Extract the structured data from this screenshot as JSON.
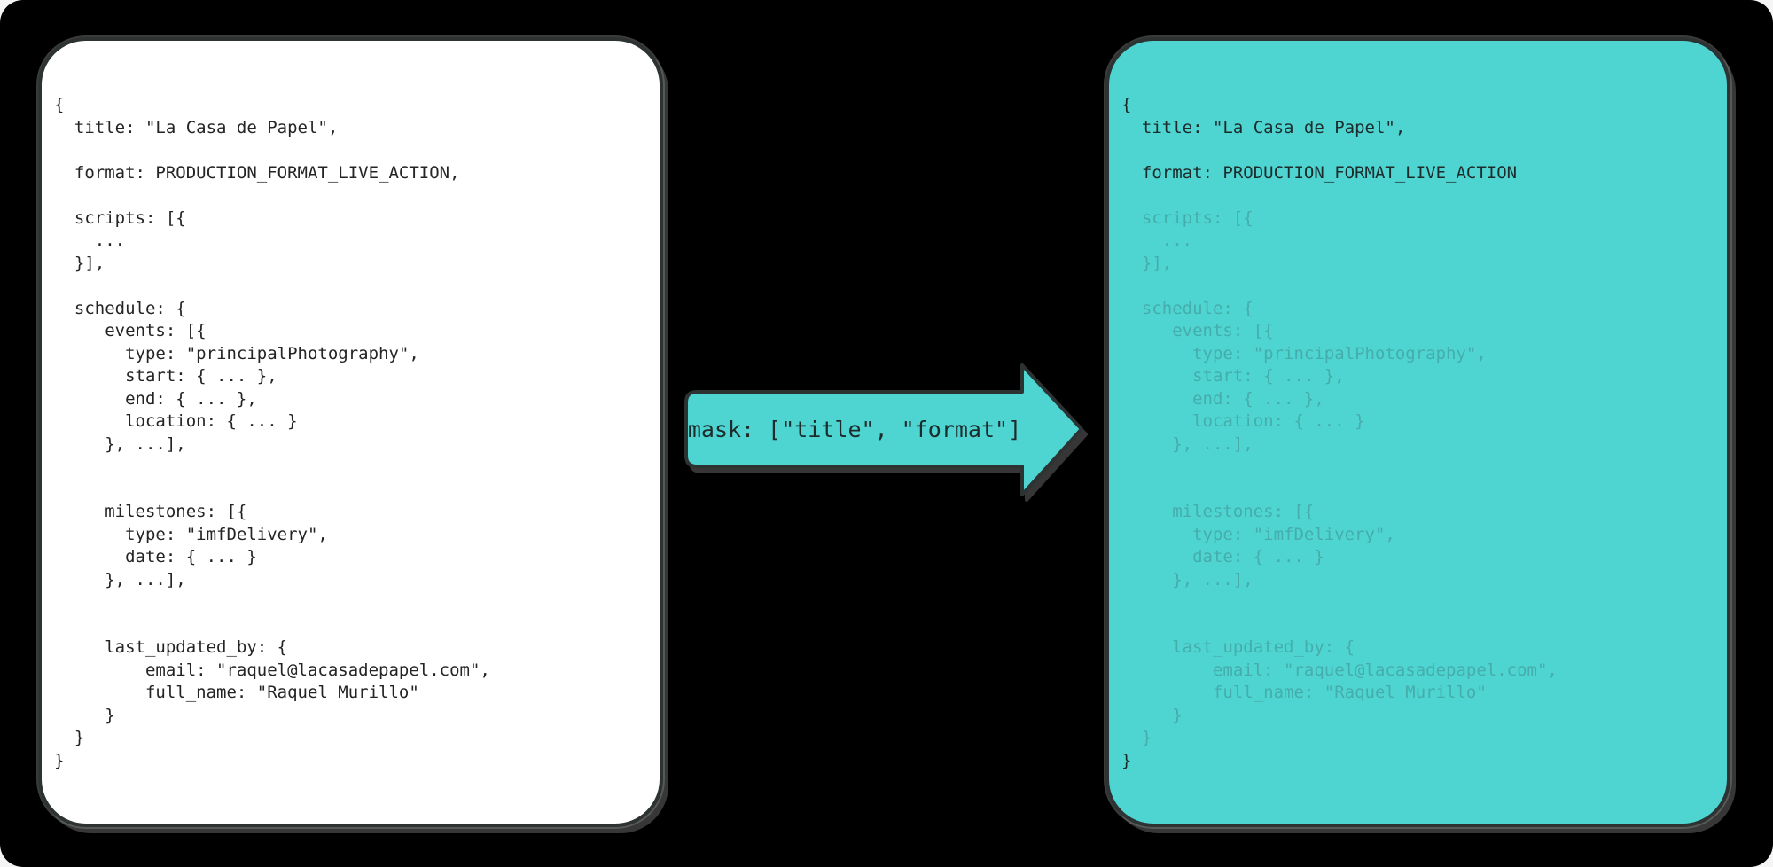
{
  "diagram": {
    "description": "JSON masking example: full production document on the left, masked document on the right",
    "colors": {
      "canvas_bg": "#000000",
      "source_panel_bg": "#ffffff",
      "masked_panel_bg": "#4ed5d2",
      "panel_border": "#2d3333",
      "code_text_dark": "#242424",
      "code_text_dark_on_teal": "#1d2b2b",
      "code_text_masked": "#45adab",
      "arrow_fill": "#4ed5d2",
      "shadow": "#808080"
    },
    "arrow": {
      "label": "mask: [\"title\", \"format\"]"
    },
    "left_panel": {
      "code_lines": [
        {
          "text": "{"
        },
        {
          "text": "  title: \"La Casa de Papel\","
        },
        {
          "text": ""
        },
        {
          "text": "  format: PRODUCTION_FORMAT_LIVE_ACTION,"
        },
        {
          "text": ""
        },
        {
          "text": "  scripts: [{"
        },
        {
          "text": "    ..."
        },
        {
          "text": "  }],"
        },
        {
          "text": ""
        },
        {
          "text": "  schedule: {"
        },
        {
          "text": "     events: [{"
        },
        {
          "text": "       type: \"principalPhotography\","
        },
        {
          "text": "       start: { ... },"
        },
        {
          "text": "       end: { ... },"
        },
        {
          "text": "       location: { ... }"
        },
        {
          "text": "     }, ...],"
        },
        {
          "text": ""
        },
        {
          "text": ""
        },
        {
          "text": "     milestones: [{"
        },
        {
          "text": "       type: \"imfDelivery\","
        },
        {
          "text": "       date: { ... }"
        },
        {
          "text": "     }, ...],"
        },
        {
          "text": ""
        },
        {
          "text": ""
        },
        {
          "text": "     last_updated_by: {"
        },
        {
          "text": "         email: \"raquel@lacasadepapel.com\","
        },
        {
          "text": "         full_name: \"Raquel Murillo\""
        },
        {
          "text": "     }"
        },
        {
          "text": "  }"
        },
        {
          "text": "}"
        }
      ]
    },
    "right_panel": {
      "code_lines": [
        {
          "text": "{",
          "masked": false
        },
        {
          "text": "  title: \"La Casa de Papel\",",
          "masked": false
        },
        {
          "text": "",
          "masked": false
        },
        {
          "text": "  format: PRODUCTION_FORMAT_LIVE_ACTION",
          "masked": false
        },
        {
          "text": "",
          "masked": false
        },
        {
          "text": "  scripts: [{",
          "masked": true
        },
        {
          "text": "    ...",
          "masked": true
        },
        {
          "text": "  }],",
          "masked": true
        },
        {
          "text": "",
          "masked": true
        },
        {
          "text": "  schedule: {",
          "masked": true
        },
        {
          "text": "     events: [{",
          "masked": true
        },
        {
          "text": "       type: \"principalPhotography\",",
          "masked": true
        },
        {
          "text": "       start: { ... },",
          "masked": true
        },
        {
          "text": "       end: { ... },",
          "masked": true
        },
        {
          "text": "       location: { ... }",
          "masked": true
        },
        {
          "text": "     }, ...],",
          "masked": true
        },
        {
          "text": "",
          "masked": true
        },
        {
          "text": "",
          "masked": true
        },
        {
          "text": "     milestones: [{",
          "masked": true
        },
        {
          "text": "       type: \"imfDelivery\",",
          "masked": true
        },
        {
          "text": "       date: { ... }",
          "masked": true
        },
        {
          "text": "     }, ...],",
          "masked": true
        },
        {
          "text": "",
          "masked": true
        },
        {
          "text": "",
          "masked": true
        },
        {
          "text": "     last_updated_by: {",
          "masked": true
        },
        {
          "text": "         email: \"raquel@lacasadepapel.com\",",
          "masked": true
        },
        {
          "text": "         full_name: \"Raquel Murillo\"",
          "masked": true
        },
        {
          "text": "     }",
          "masked": true
        },
        {
          "text": "  }",
          "masked": true
        },
        {
          "text": "}",
          "masked": false
        }
      ]
    }
  }
}
